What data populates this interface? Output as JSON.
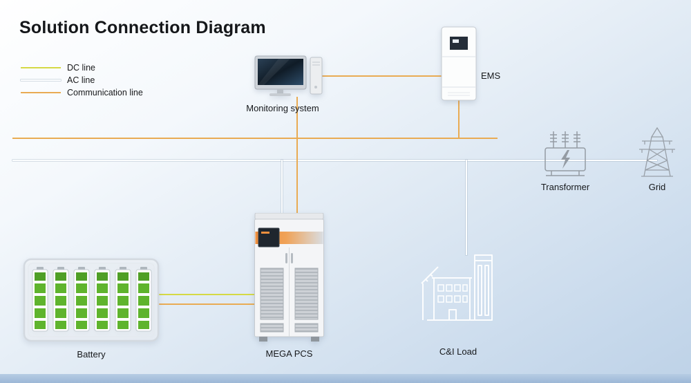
{
  "title": "Solution Connection Diagram",
  "legend": [
    {
      "label": "DC line"
    },
    {
      "label": "AC line"
    },
    {
      "label": "Communication line"
    }
  ],
  "colors": {
    "dc_line": "#d5d945",
    "ac_line": "#fbfdfe",
    "comm_line": "#e9ab53",
    "accent_orange": "#ee8f3e",
    "battery_green": "#5fb42d"
  },
  "nodes": {
    "monitoring": {
      "label": "Monitoring system"
    },
    "ems": {
      "label": "EMS"
    },
    "transformer": {
      "label": "Transformer"
    },
    "grid": {
      "label": "Grid"
    },
    "pcs": {
      "label": "MEGA PCS"
    },
    "battery": {
      "label": "Battery"
    },
    "load": {
      "label": "C&I Load"
    }
  }
}
